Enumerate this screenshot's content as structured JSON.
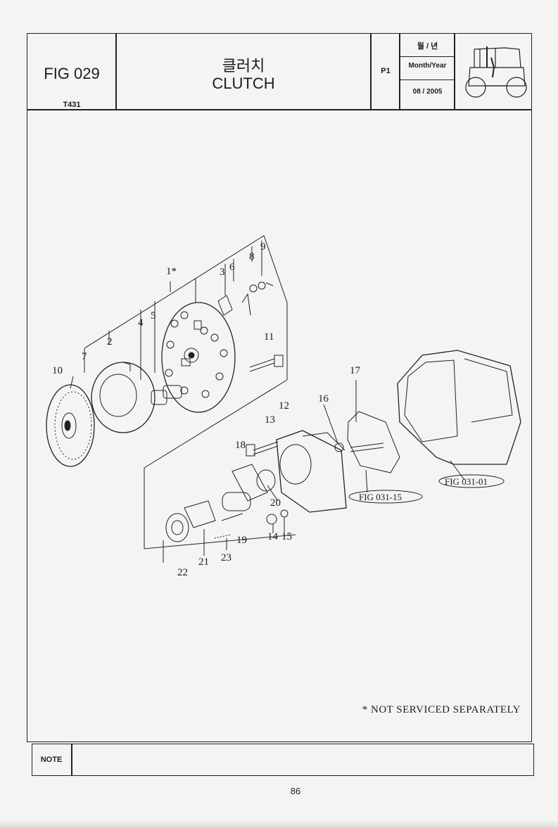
{
  "header": {
    "fig_number": "FIG 029",
    "model": "T431",
    "title_kr": "클러치",
    "title_en": "CLUTCH",
    "page_code": "P1",
    "month_year_kr": "월 / 년",
    "month_year_en": "Month/Year",
    "date": "08 / 2005",
    "tractor_icon": "tractor-icon"
  },
  "diagram": {
    "callouts": [
      {
        "id": "c1",
        "label": "1*"
      },
      {
        "id": "c2",
        "label": "2"
      },
      {
        "id": "c3",
        "label": "3"
      },
      {
        "id": "c4",
        "label": "4"
      },
      {
        "id": "c5",
        "label": "5"
      },
      {
        "id": "c6",
        "label": "6"
      },
      {
        "id": "c7",
        "label": "7"
      },
      {
        "id": "c8",
        "label": "8"
      },
      {
        "id": "c9",
        "label": "9"
      },
      {
        "id": "c10",
        "label": "10"
      },
      {
        "id": "c11",
        "label": "11"
      },
      {
        "id": "c12",
        "label": "12"
      },
      {
        "id": "c13",
        "label": "13"
      },
      {
        "id": "c14",
        "label": "14"
      },
      {
        "id": "c15",
        "label": "15"
      },
      {
        "id": "c16",
        "label": "16"
      },
      {
        "id": "c17",
        "label": "17"
      },
      {
        "id": "c18",
        "label": "18"
      },
      {
        "id": "c19",
        "label": "19"
      },
      {
        "id": "c20",
        "label": "20"
      },
      {
        "id": "c21",
        "label": "21"
      },
      {
        "id": "c22",
        "label": "22"
      },
      {
        "id": "c23",
        "label": "23"
      }
    ],
    "refs": {
      "fig_031_15": "FIG 031-15",
      "fig_031_01": "FIG 031-01"
    }
  },
  "footnote": "* NOT SERVICED SEPARATELY",
  "note_label": "NOTE",
  "page_number": "86"
}
